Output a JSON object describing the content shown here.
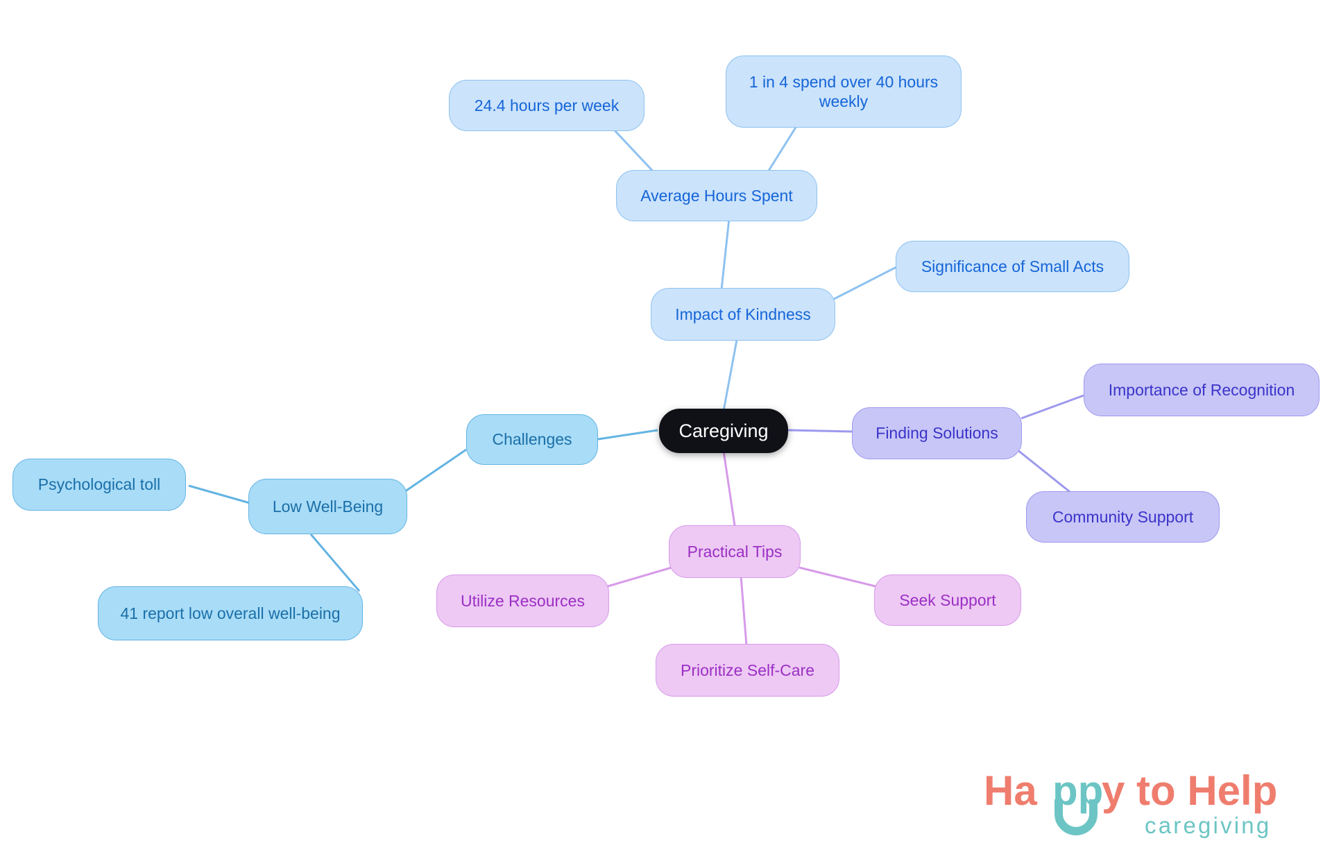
{
  "diagram": {
    "type": "mindmap",
    "title": "Caregiving",
    "root": {
      "id": "caregiving",
      "label": "Caregiving",
      "color": "#0f1117",
      "text_color": "#ffffff"
    },
    "branches": [
      {
        "id": "impact-of-kindness",
        "label": "Impact of Kindness",
        "color": "#cbe3fb",
        "text_color": "#1565d8",
        "children": [
          {
            "id": "average-hours-spent",
            "label": "Average Hours Spent",
            "children": [
              {
                "id": "hours-per-week",
                "label": "24.4 hours per week"
              },
              {
                "id": "one-in-four",
                "label": "1 in 4 spend over 40 hours\nweekly"
              }
            ]
          },
          {
            "id": "significance-of-small-acts",
            "label": "Significance of Small Acts",
            "children": []
          }
        ]
      },
      {
        "id": "challenges",
        "label": "Challenges",
        "color": "#a9dcf7",
        "text_color": "#1a6fa8",
        "children": [
          {
            "id": "low-well-being",
            "label": "Low Well-Being",
            "children": [
              {
                "id": "psychological-toll",
                "label": "Psychological toll"
              },
              {
                "id": "low-overall-well-being",
                "label": "41 report low overall well-being"
              }
            ]
          }
        ]
      },
      {
        "id": "finding-solutions",
        "label": "Finding Solutions",
        "color": "#c8c6f7",
        "text_color": "#3a33c9",
        "children": [
          {
            "id": "importance-of-recognition",
            "label": "Importance of Recognition",
            "children": []
          },
          {
            "id": "community-support",
            "label": "Community Support",
            "children": []
          }
        ]
      },
      {
        "id": "practical-tips",
        "label": "Practical Tips",
        "color": "#edc9f4",
        "text_color": "#9c2fc4",
        "children": [
          {
            "id": "utilize-resources",
            "label": "Utilize Resources",
            "children": []
          },
          {
            "id": "prioritize-self-care",
            "label": "Prioritize Self-Care",
            "children": []
          },
          {
            "id": "seek-support",
            "label": "Seek Support",
            "children": []
          }
        ]
      }
    ]
  },
  "nodes": {
    "root": "Caregiving",
    "impact_of_kindness": "Impact of Kindness",
    "average_hours_spent": "Average Hours Spent",
    "hours_per_week": "24.4 hours per week",
    "one_in_four": "1 in 4 spend over 40 hours\nweekly",
    "significance_of_small_acts": "Significance of Small Acts",
    "challenges": "Challenges",
    "low_well_being": "Low Well-Being",
    "psychological_toll": "Psychological toll",
    "low_overall_well_being": "41 report low overall well-being",
    "finding_solutions": "Finding Solutions",
    "importance_of_recognition": "Importance of Recognition",
    "community_support": "Community Support",
    "practical_tips": "Practical Tips",
    "utilize_resources": "Utilize Resources",
    "prioritize_self_care": "Prioritize Self-Care",
    "seek_support": "Seek Support"
  },
  "logo": {
    "line1_part1": "Ha",
    "line1_part2": "pp",
    "line1_part3": "y to Help",
    "line2": "caregiving",
    "primary_color": "#ef7d6e",
    "accent_color": "#6cc5c4"
  },
  "colors": {
    "background": "#ffffff",
    "root_fill": "#0f1117",
    "blue_fill": "#cbe3fb",
    "blue_stroke": "#8ec2f0",
    "blue_text": "#1565d8",
    "sky_fill": "#a9dcf7",
    "sky_stroke": "#63b4e3",
    "sky_text": "#1a6fa8",
    "violet_fill": "#c8c6f7",
    "violet_stroke": "#9d99ee",
    "violet_text": "#3a33c9",
    "pink_fill": "#edc9f4",
    "pink_stroke": "#d79aea",
    "pink_text": "#9c2fc4"
  }
}
